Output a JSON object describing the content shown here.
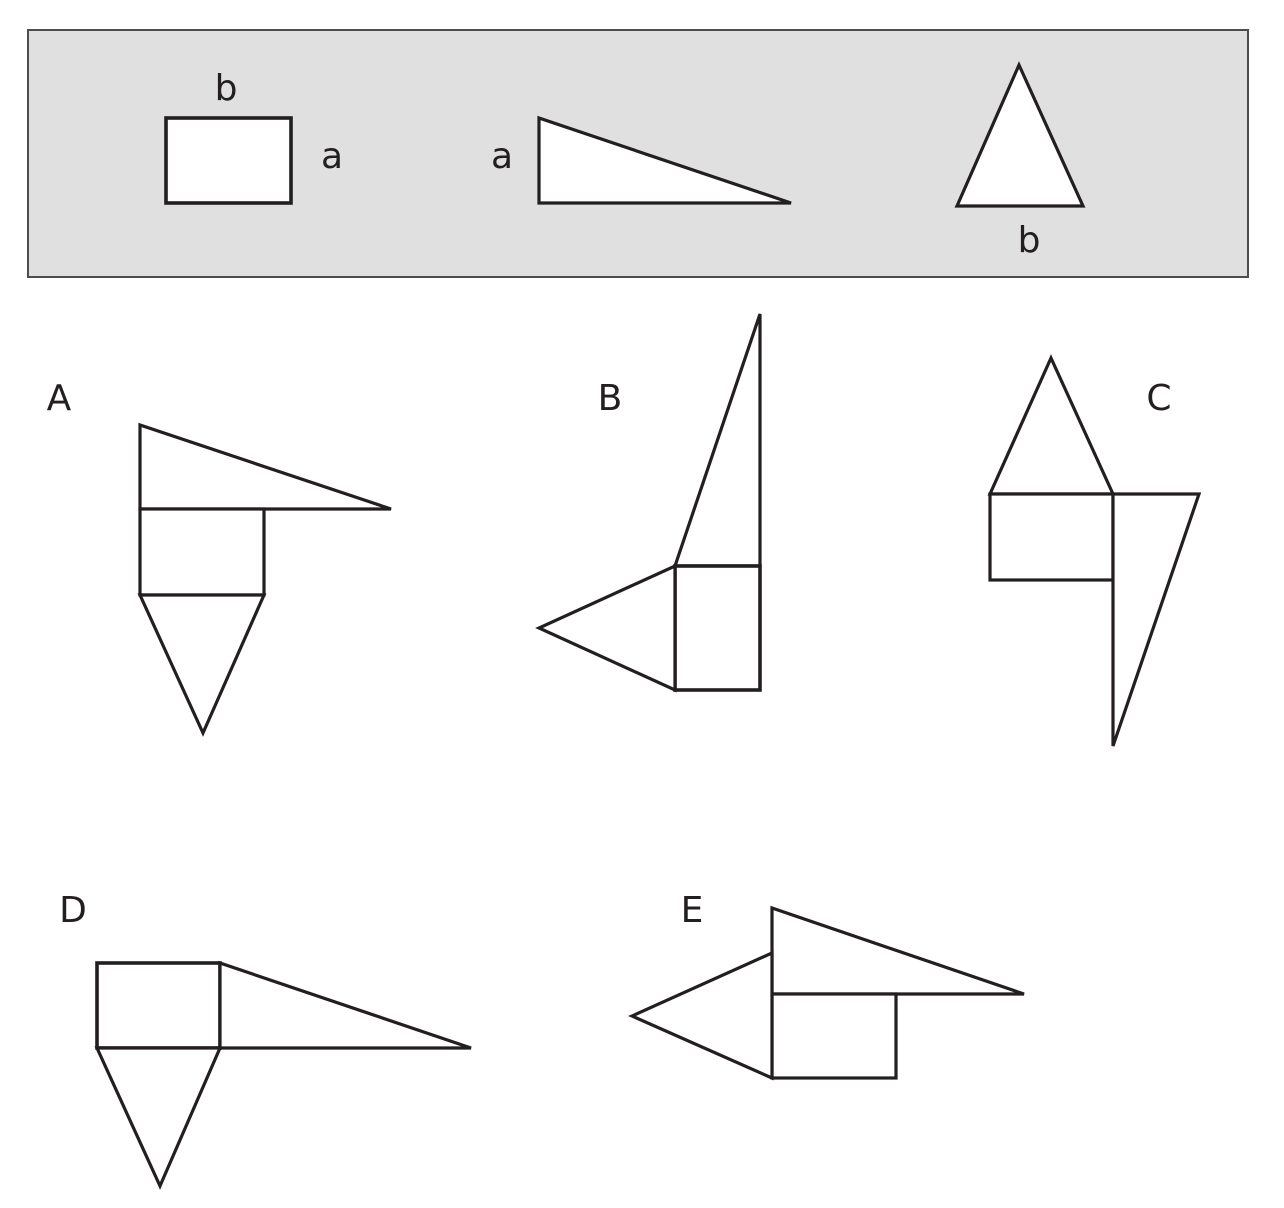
{
  "legend": {
    "rectangle": {
      "top_label": "b",
      "side_label": "a"
    },
    "right_triangle": {
      "side_label": "a"
    },
    "isosceles_triangle": {
      "base_label": "b"
    }
  },
  "options": [
    {
      "letter": "A"
    },
    {
      "letter": "B"
    },
    {
      "letter": "C"
    },
    {
      "letter": "D"
    },
    {
      "letter": "E"
    }
  ]
}
